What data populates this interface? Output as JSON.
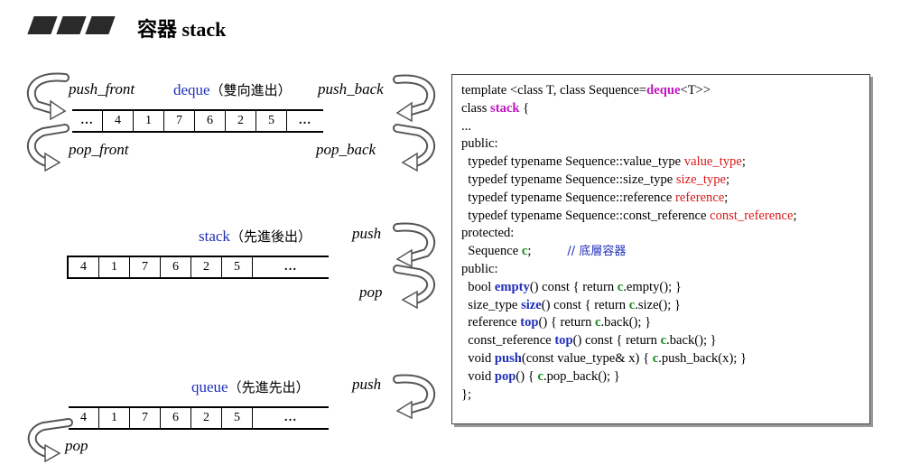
{
  "title": "容器 stack",
  "deque_section": {
    "push_front": "push_front",
    "caption": "deque",
    "caption_note": "（雙向進出）",
    "push_back": "push_back",
    "pop_front": "pop_front",
    "pop_back": "pop_back",
    "cells": [
      "…",
      "4",
      "1",
      "7",
      "6",
      "2",
      "5",
      "…"
    ]
  },
  "stack_section": {
    "caption": "stack",
    "caption_note": "（先進後出）",
    "push": "push",
    "pop": "pop",
    "cells": [
      "4",
      "1",
      "7",
      "6",
      "2",
      "5",
      "…"
    ]
  },
  "queue_section": {
    "caption": "queue",
    "caption_note": "（先進先出）",
    "push": "push",
    "pop": "pop",
    "cells": [
      "4",
      "1",
      "7",
      "6",
      "2",
      "5",
      "…"
    ]
  },
  "code": {
    "l1_a": "template <class T, class Sequence=",
    "l1_deque": "deque",
    "l1_b": "<T>>",
    "l2_a": "class ",
    "l2_stack": "stack",
    "l2_b": " {",
    "l3": "...",
    "l4": "public:",
    "l5_a": "  typedef typename Sequence::value_type ",
    "l5_b": "value_type",
    "l5_c": ";",
    "l6_a": "  typedef typename Sequence::size_type ",
    "l6_b": "size_type",
    "l6_c": ";",
    "l7_a": "  typedef typename Sequence::reference ",
    "l7_b": "reference",
    "l7_c": ";",
    "l8_a": "  typedef typename Sequence::const_reference ",
    "l8_b": "const_reference",
    "l8_c": ";",
    "l9": "protected:",
    "l10_a": "  Sequence ",
    "l10_c": "c",
    "l10_b": ";",
    "l10_comment": "// 底層容器",
    "l11": "public:",
    "l12_a": "  bool ",
    "l12_fn": "empty",
    "l12_b": "() const { return ",
    "l12_c": "c",
    "l12_d": ".empty(); }",
    "l13_a": "  size_type ",
    "l13_fn": "size",
    "l13_b": "() const { return ",
    "l13_c": "c",
    "l13_d": ".size(); }",
    "l14_a": "  reference ",
    "l14_fn": "top",
    "l14_b": "() { return ",
    "l14_c": "c",
    "l14_d": ".back(); }",
    "l15_a": "  const_reference ",
    "l15_fn": "top",
    "l15_b": "() const { return ",
    "l15_c": "c",
    "l15_d": ".back(); }",
    "l16_a": "  void ",
    "l16_fn": "push",
    "l16_b": "(const value_type& x) { ",
    "l16_c": "c",
    "l16_d": ".push_back(x); }",
    "l17_a": "  void ",
    "l17_fn": "pop",
    "l17_b": "() { ",
    "l17_c": "c",
    "l17_d": ".pop_back(); }",
    "l18": "};"
  },
  "colors": {
    "caption": "#1f2fb8",
    "keyword_magenta": "#c015c0",
    "type_red": "#d61a1a",
    "function_blue": "#1f2fb8",
    "member_green": "#138a1a"
  }
}
